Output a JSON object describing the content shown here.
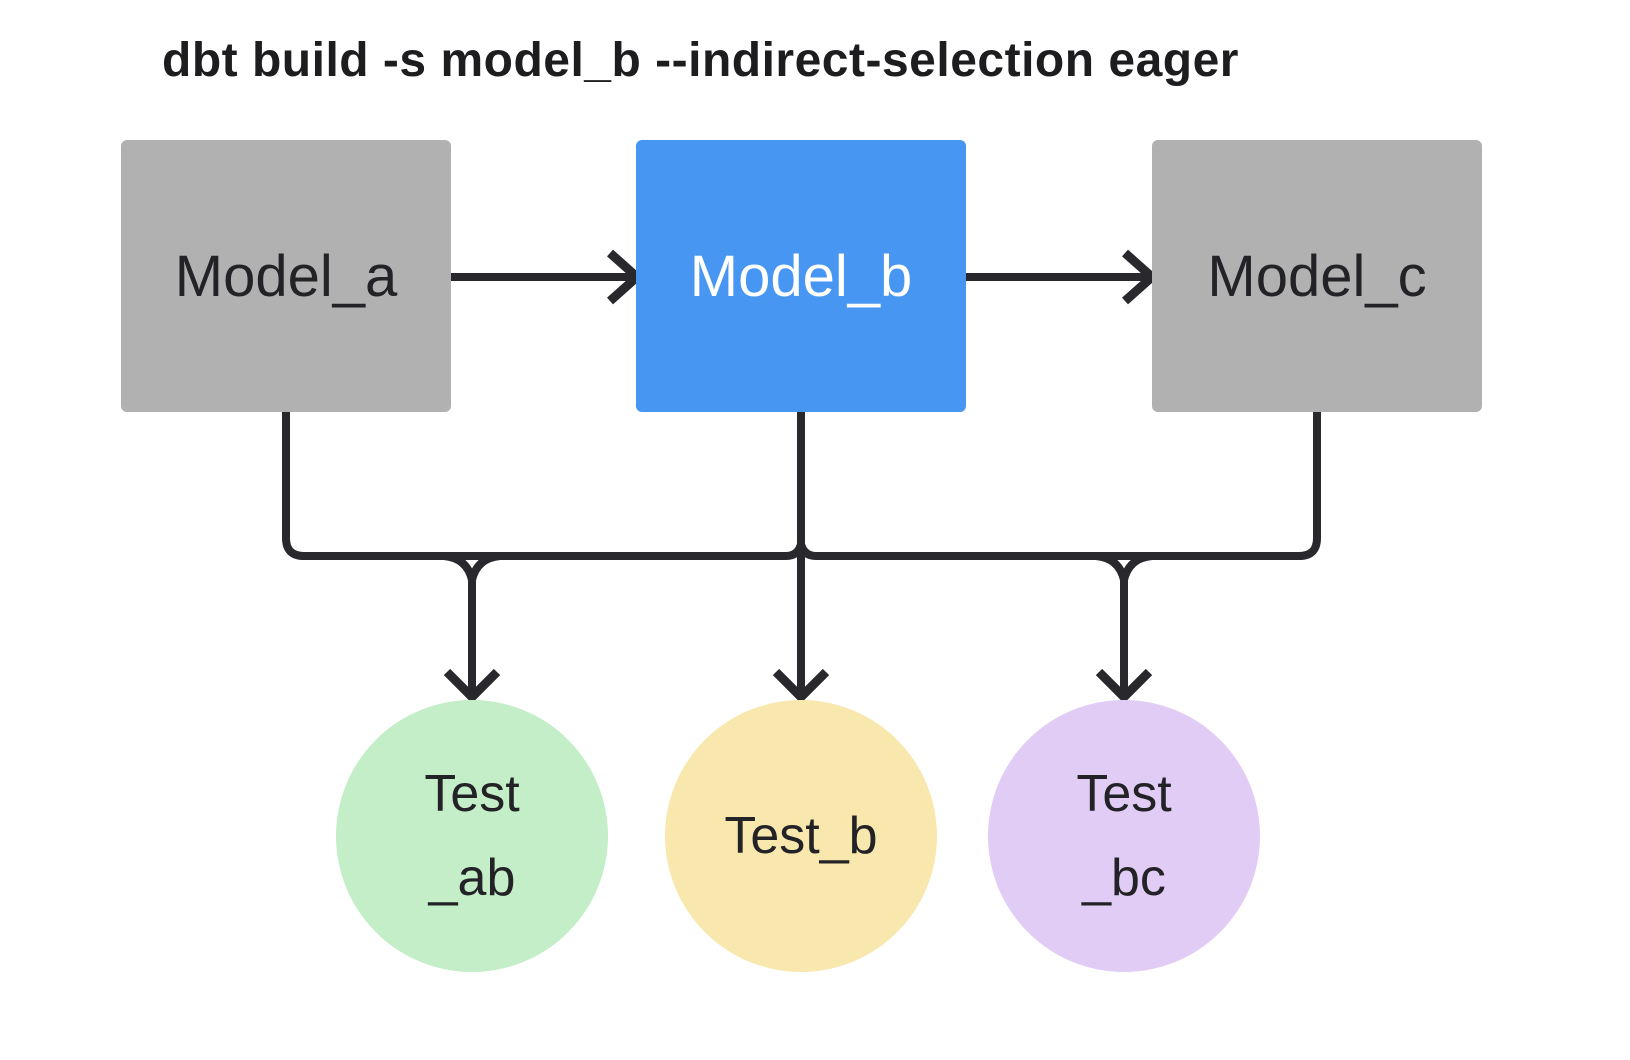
{
  "title": "dbt build -s model_b --indirect-selection eager",
  "diagram": {
    "models": [
      {
        "id": "model_a",
        "label": "Model_a",
        "state": "unselected",
        "color": "#b1b1b1"
      },
      {
        "id": "model_b",
        "label": "Model_b",
        "state": "selected",
        "color": "#4696f2"
      },
      {
        "id": "model_c",
        "label": "Model_c",
        "state": "unselected",
        "color": "#b1b1b1"
      }
    ],
    "tests": [
      {
        "id": "test_ab",
        "lines": [
          "Test",
          "_ab"
        ],
        "color": "#c3eec7"
      },
      {
        "id": "test_b",
        "lines": [
          "Test_b"
        ],
        "color": "#f9e8ad"
      },
      {
        "id": "test_bc",
        "lines": [
          "Test",
          "_bc"
        ],
        "color": "#e1ccf5"
      }
    ],
    "edges": [
      {
        "from": "model_a",
        "to": "model_b"
      },
      {
        "from": "model_b",
        "to": "model_c"
      },
      {
        "from": "model_a",
        "to": "test_ab"
      },
      {
        "from": "model_b",
        "to": "test_ab"
      },
      {
        "from": "model_b",
        "to": "test_b"
      },
      {
        "from": "model_b",
        "to": "test_bc"
      },
      {
        "from": "model_c",
        "to": "test_bc"
      }
    ],
    "edge_color": "#29292d",
    "background": "#ffffff",
    "text_color": "#232327",
    "selected_text_color": "#ffffff"
  }
}
